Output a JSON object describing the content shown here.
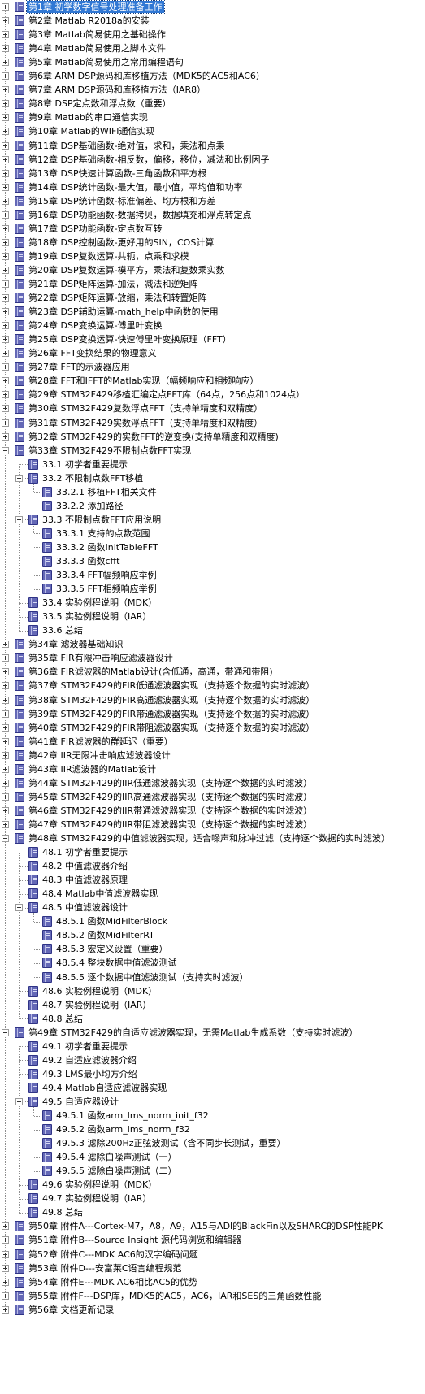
{
  "colors": {
    "selection": "#3178d4",
    "book_icon": "#6468b6",
    "guide_lines": "#8e8e8e"
  },
  "icons": {
    "node": "book-icon",
    "expand": "plus-expander",
    "collapse": "minus-expander"
  },
  "tree": [
    {
      "level": 0,
      "label": "第1章 初学数字信号处理准备工作",
      "expander": "collapsed",
      "selected": true
    },
    {
      "level": 0,
      "label": "第2章 Matlab R2018a的安装",
      "expander": "collapsed"
    },
    {
      "level": 0,
      "label": "第3章 Matlab简易使用之基础操作",
      "expander": "collapsed"
    },
    {
      "level": 0,
      "label": "第4章 Matlab简易使用之脚本文件",
      "expander": "collapsed"
    },
    {
      "level": 0,
      "label": "第5章 Matlab简易使用之常用编程语句",
      "expander": "collapsed"
    },
    {
      "level": 0,
      "label": "第6章 ARM DSP源码和库移植方法（MDK5的AC5和AC6）",
      "expander": "collapsed"
    },
    {
      "level": 0,
      "label": "第7章 ARM DSP源码和库移植方法（IAR8）",
      "expander": "collapsed"
    },
    {
      "level": 0,
      "label": "第8章 DSP定点数和浮点数（重要）",
      "expander": "collapsed"
    },
    {
      "level": 0,
      "label": "第9章 Matlab的串口通信实现",
      "expander": "collapsed"
    },
    {
      "level": 0,
      "label": "第10章 Matlab的WIFI通信实现",
      "expander": "collapsed"
    },
    {
      "level": 0,
      "label": "第11章 DSP基础函数-绝对值，求和，乘法和点乘",
      "expander": "collapsed"
    },
    {
      "level": 0,
      "label": "第12章 DSP基础函数-相反数，偏移，移位，减法和比例因子",
      "expander": "collapsed"
    },
    {
      "level": 0,
      "label": "第13章 DSP快速计算函数-三角函数和平方根",
      "expander": "collapsed"
    },
    {
      "level": 0,
      "label": "第14章 DSP统计函数-最大值，最小值，平均值和功率",
      "expander": "collapsed"
    },
    {
      "level": 0,
      "label": "第15章 DSP统计函数-标准偏差、均方根和方差",
      "expander": "collapsed"
    },
    {
      "level": 0,
      "label": "第16章 DSP功能函数-数据拷贝，数据填充和浮点转定点",
      "expander": "collapsed"
    },
    {
      "level": 0,
      "label": "第17章 DSP功能函数-定点数互转",
      "expander": "collapsed"
    },
    {
      "level": 0,
      "label": "第18章 DSP控制函数-更好用的SIN，COS计算",
      "expander": "collapsed"
    },
    {
      "level": 0,
      "label": "第19章 DSP复数运算-共轭，点乘和求模",
      "expander": "collapsed"
    },
    {
      "level": 0,
      "label": "第20章 DSP复数运算-模平方，乘法和复数乘实数",
      "expander": "collapsed"
    },
    {
      "level": 0,
      "label": "第21章 DSP矩阵运算-加法，减法和逆矩阵",
      "expander": "collapsed"
    },
    {
      "level": 0,
      "label": "第22章 DSP矩阵运算-放缩，乘法和转置矩阵",
      "expander": "collapsed"
    },
    {
      "level": 0,
      "label": "第23章 DSP辅助运算-math_help中函数的使用",
      "expander": "collapsed"
    },
    {
      "level": 0,
      "label": "第24章 DSP变换运算-傅里叶变换",
      "expander": "collapsed"
    },
    {
      "level": 0,
      "label": "第25章 DSP变换运算-快速傅里叶变换原理（FFT）",
      "expander": "collapsed"
    },
    {
      "level": 0,
      "label": "第26章 FFT变换结果的物理意义",
      "expander": "collapsed"
    },
    {
      "level": 0,
      "label": "第27章 FFT的示波器应用",
      "expander": "collapsed"
    },
    {
      "level": 0,
      "label": "第28章 FFT和IFFT的Matlab实现（幅频响应和相频响应）",
      "expander": "collapsed"
    },
    {
      "level": 0,
      "label": "第29章 STM32F429移植汇编定点FFT库（64点，256点和1024点）",
      "expander": "collapsed"
    },
    {
      "level": 0,
      "label": "第30章 STM32F429复数浮点FFT（支持单精度和双精度）",
      "expander": "collapsed"
    },
    {
      "level": 0,
      "label": "第31章 STM32F429实数浮点FFT（支持单精度和双精度）",
      "expander": "collapsed"
    },
    {
      "level": 0,
      "label": "第32章 STM32F429的实数FFT的逆变换(支持单精度和双精度)",
      "expander": "collapsed"
    },
    {
      "level": 0,
      "label": "第33章 STM32F429不限制点数FFT实现",
      "expander": "expanded"
    },
    {
      "level": 1,
      "label": "33.1 初学者重要提示"
    },
    {
      "level": 1,
      "label": "33.2 不限制点数FFT移植",
      "expander": "expanded"
    },
    {
      "level": 2,
      "label": "33.2.1 移植FFT相关文件"
    },
    {
      "level": 2,
      "label": "33.2.2 添加路径"
    },
    {
      "level": 1,
      "label": "33.3 不限制点数FFT应用说明",
      "expander": "expanded"
    },
    {
      "level": 2,
      "label": "33.3.1 支持的点数范围"
    },
    {
      "level": 2,
      "label": "33.3.2 函数InitTableFFT"
    },
    {
      "level": 2,
      "label": "33.3.3 函数cfft"
    },
    {
      "level": 2,
      "label": "33.3.4 FFT幅频响应举例"
    },
    {
      "level": 2,
      "label": "33.3.5 FFT相频响应举例"
    },
    {
      "level": 1,
      "label": "33.4 实验例程说明（MDK）"
    },
    {
      "level": 1,
      "label": "33.5 实验例程说明（IAR）"
    },
    {
      "level": 1,
      "label": "33.6 总结"
    },
    {
      "level": 0,
      "label": "第34章 滤波器基础知识",
      "expander": "collapsed"
    },
    {
      "level": 0,
      "label": "第35章 FIR有限冲击响应滤波器设计",
      "expander": "collapsed"
    },
    {
      "level": 0,
      "label": "第36章 FIR滤波器的Matlab设计(含低通，高通，带通和带阻)",
      "expander": "collapsed"
    },
    {
      "level": 0,
      "label": "第37章 STM32F429的FIR低通滤波器实现（支持逐个数据的实时滤波）",
      "expander": "collapsed"
    },
    {
      "level": 0,
      "label": "第38章 STM32F429的FIR高通滤波器实现（支持逐个数据的实时滤波）",
      "expander": "collapsed"
    },
    {
      "level": 0,
      "label": "第39章 STM32F429的FIR带通滤波器实现（支持逐个数据的实时滤波）",
      "expander": "collapsed"
    },
    {
      "level": 0,
      "label": "第40章 STM32F429的FIR带阻滤波器实现（支持逐个数据的实时滤波）",
      "expander": "collapsed"
    },
    {
      "level": 0,
      "label": "第41章 FIR滤波器的群延迟（重要）",
      "expander": "collapsed"
    },
    {
      "level": 0,
      "label": "第42章 IIR无限冲击响应滤波器设计",
      "expander": "collapsed"
    },
    {
      "level": 0,
      "label": "第43章 IIR滤波器的Matlab设计",
      "expander": "collapsed"
    },
    {
      "level": 0,
      "label": "第44章 STM32F429的IIR低通滤波器实现（支持逐个数据的实时滤波）",
      "expander": "collapsed"
    },
    {
      "level": 0,
      "label": "第45章 STM32F429的IIR高通滤波器实现（支持逐个数据的实时滤波）",
      "expander": "collapsed"
    },
    {
      "level": 0,
      "label": "第46章 STM32F429的IIR带通滤波器实现（支持逐个数据的实时滤波）",
      "expander": "collapsed"
    },
    {
      "level": 0,
      "label": "第47章 STM32F429的IIR带阻滤波器实现（支持逐个数据的实时滤波）",
      "expander": "collapsed"
    },
    {
      "level": 0,
      "label": "第48章 STM32F429的中值滤波器实现，适合噪声和脉冲过滤（支持逐个数据的实时滤波）",
      "expander": "expanded"
    },
    {
      "level": 1,
      "label": "48.1 初学者重要提示"
    },
    {
      "level": 1,
      "label": "48.2 中值滤波器介绍"
    },
    {
      "level": 1,
      "label": "48.3 中值滤波器原理"
    },
    {
      "level": 1,
      "label": "48.4 Matlab中值滤波器实现"
    },
    {
      "level": 1,
      "label": "48.5 中值滤波器设计",
      "expander": "expanded"
    },
    {
      "level": 2,
      "label": "48.5.1 函数MidFilterBlock"
    },
    {
      "level": 2,
      "label": "48.5.2 函数MidFilterRT"
    },
    {
      "level": 2,
      "label": "48.5.3 宏定义设置（重要）"
    },
    {
      "level": 2,
      "label": "48.5.4 整块数据中值滤波测试"
    },
    {
      "level": 2,
      "label": "48.5.5 逐个数据中值滤波测试（支持实时滤波）"
    },
    {
      "level": 1,
      "label": "48.6 实验例程说明（MDK）"
    },
    {
      "level": 1,
      "label": "48.7 实验例程说明（IAR）"
    },
    {
      "level": 1,
      "label": "48.8 总结"
    },
    {
      "level": 0,
      "label": "第49章 STM32F429的自适应滤波器实现，无需Matlab生成系数（支持实时滤波）",
      "expander": "expanded"
    },
    {
      "level": 1,
      "label": "49.1 初学者重要提示"
    },
    {
      "level": 1,
      "label": "49.2 自适应滤波器介绍"
    },
    {
      "level": 1,
      "label": "49.3 LMS最小均方介绍"
    },
    {
      "level": 1,
      "label": "49.4 Matlab自适应滤波器实现"
    },
    {
      "level": 1,
      "label": "49.5 自适应器设计",
      "expander": "expanded"
    },
    {
      "level": 2,
      "label": "49.5.1 函数arm_lms_norm_init_f32"
    },
    {
      "level": 2,
      "label": "49.5.2 函数arm_lms_norm_f32"
    },
    {
      "level": 2,
      "label": "49.5.3 滤除200Hz正弦波测试（含不同步长测试，重要）"
    },
    {
      "level": 2,
      "label": "49.5.4 滤除白噪声测试（一）"
    },
    {
      "level": 2,
      "label": "49.5.5 滤除白噪声测试（二）"
    },
    {
      "level": 1,
      "label": "49.6 实验例程说明（MDK）"
    },
    {
      "level": 1,
      "label": "49.7 实验例程说明（IAR）"
    },
    {
      "level": 1,
      "label": "49.8 总结"
    },
    {
      "level": 0,
      "label": "第50章 附件A---Cortex-M7，A8，A9，A15与ADI的BlackFin以及SHARC的DSP性能PK",
      "expander": "collapsed"
    },
    {
      "level": 0,
      "label": "第51章 附件B---Source Insight 源代码浏览和编辑器",
      "expander": "collapsed"
    },
    {
      "level": 0,
      "label": "第52章 附件C---MDK AC6的汉字编码问题",
      "expander": "collapsed"
    },
    {
      "level": 0,
      "label": "第53章 附件D---安富莱C语言编程规范",
      "expander": "collapsed"
    },
    {
      "level": 0,
      "label": "第54章 附件E---MDK AC6相比AC5的优势",
      "expander": "collapsed"
    },
    {
      "level": 0,
      "label": "第55章 附件F---DSP库，MDK5的AC5，AC6，IAR和SES的三角函数性能",
      "expander": "collapsed"
    },
    {
      "level": 0,
      "label": "第56章 文档更新记录",
      "expander": "collapsed"
    }
  ]
}
